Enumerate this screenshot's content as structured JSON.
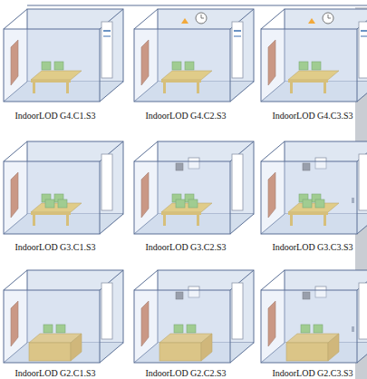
{
  "diagram": {
    "labels": [
      "IndoorLOD G4.C1.S3",
      "IndoorLOD G4.C2.S3",
      "IndoorLOD G4.C3.S3",
      "IndoorLOD G3.C1.S3",
      "IndoorLOD G3.C2.S3",
      "IndoorLOD G3.C3.S3",
      "IndoorLOD G2.C1.S3",
      "IndoorLOD G2.C2.S3",
      "IndoorLOD G2.C3.S3"
    ]
  }
}
